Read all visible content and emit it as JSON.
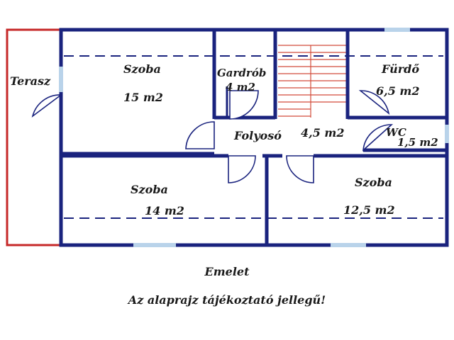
{
  "colors": {
    "wall": "#1a237e",
    "window": "#b9d3ea",
    "terrace": "#c62828",
    "stairs": "#d24b3a",
    "text": "#1a1a1a"
  },
  "rooms": {
    "terasz": {
      "name": "Terasz"
    },
    "szoba1": {
      "name": "Szoba",
      "area": "15 m2"
    },
    "gardrob": {
      "name": "Gardrób",
      "area": "4 m2"
    },
    "furdo": {
      "name": "Fürdő",
      "area": "6,5 m2"
    },
    "folyoso": {
      "name": "Folyosó",
      "area": "4,5 m2"
    },
    "wc": {
      "name": "WC",
      "area": "1,5 m2"
    },
    "szoba2": {
      "name": "Szoba",
      "area": "14 m2"
    },
    "szoba3": {
      "name": "Szoba",
      "area": "12,5 m2"
    }
  },
  "captions": {
    "floor": "Emelet",
    "note": "Az alaprajz tájékoztató jellegű!"
  }
}
